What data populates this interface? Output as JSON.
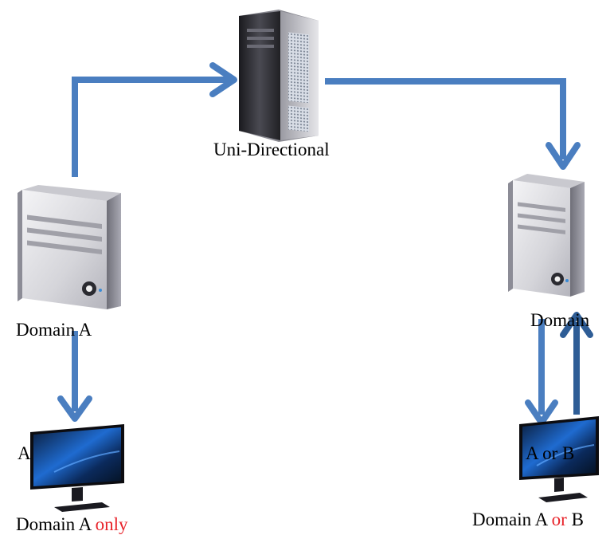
{
  "nodes": {
    "gateway": {
      "label": "Uni-Directional",
      "icon": "server-tower-dark-icon"
    },
    "source_server": {
      "label": "Domain A",
      "icon": "server-tower-silver-icon"
    },
    "dest_server": {
      "label": "Domain",
      "icon": "server-tower-silver-icon"
    },
    "source_monitor": {
      "screen_text": "A",
      "caption_prefix": "Domain A ",
      "caption_highlight": "only",
      "icon": "monitor-icon"
    },
    "dest_monitor": {
      "screen_text": "A or B",
      "caption_prefix": "Domain A ",
      "caption_highlight": "or",
      "caption_suffix": " B",
      "icon": "monitor-icon"
    }
  },
  "edges": [
    {
      "from": "source_server",
      "to": "gateway",
      "direction": "one-way"
    },
    {
      "from": "gateway",
      "to": "dest_server",
      "direction": "one-way"
    },
    {
      "from": "source_server",
      "to": "source_monitor",
      "direction": "one-way"
    },
    {
      "from": "dest_server",
      "to": "dest_monitor",
      "direction": "one-way"
    },
    {
      "from": "dest_monitor",
      "to": "dest_server",
      "direction": "one-way"
    }
  ],
  "colors": {
    "arrow": "#4a7ec0",
    "arrow_dark": "#2e5d96",
    "highlight_text": "#e8232a"
  }
}
